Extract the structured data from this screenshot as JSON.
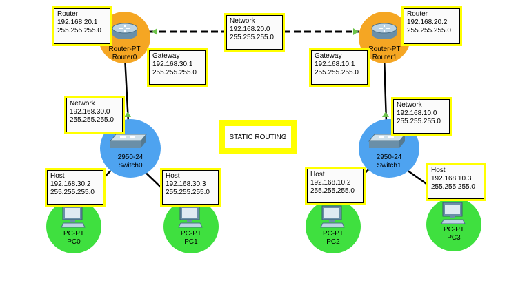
{
  "title": "STATIC ROUTING",
  "colors": {
    "router_fill": "#f5a623",
    "switch_fill": "#4ea3f0",
    "pc_fill": "#3fe03f",
    "note_border": "#ffff00",
    "link_arrow": "#6cc24a"
  },
  "devices": {
    "router0": {
      "type": "Router-PT",
      "name": "Router0",
      "icon": "router-icon"
    },
    "router1": {
      "type": "Router-PT",
      "name": "Router1",
      "icon": "router-icon"
    },
    "switch0": {
      "type": "2950-24",
      "name": "Switch0",
      "icon": "switch-icon"
    },
    "switch1": {
      "type": "2950-24",
      "name": "Switch1",
      "icon": "switch-icon"
    },
    "pc0": {
      "type": "PC-PT",
      "name": "PC0",
      "icon": "pc-icon"
    },
    "pc1": {
      "type": "PC-PT",
      "name": "PC1",
      "icon": "pc-icon"
    },
    "pc2": {
      "type": "PC-PT",
      "name": "PC2",
      "icon": "pc-icon"
    },
    "pc3": {
      "type": "PC-PT",
      "name": "PC3",
      "icon": "pc-icon"
    }
  },
  "notes": {
    "router0": {
      "title": "Router",
      "ip": "192.168.20.1",
      "mask": "255.255.255.0"
    },
    "router1": {
      "title": "Router",
      "ip": "192.168.20.2",
      "mask": "255.255.255.0"
    },
    "wan": {
      "title": "Network",
      "ip": "192.168.20.0",
      "mask": "255.255.255.0"
    },
    "gateway0": {
      "title": "Gateway",
      "ip": "192.168.30.1",
      "mask": "255.255.255.0"
    },
    "gateway1": {
      "title": "Gateway",
      "ip": "192.168.10.1",
      "mask": "255.255.255.0"
    },
    "lan0": {
      "title": "Network",
      "ip": "192.168.30.0",
      "mask": "255.255.255.0"
    },
    "lan1": {
      "title": "Network",
      "ip": "192.168.10.0",
      "mask": "255.255.255.0"
    },
    "host0": {
      "title": "Host",
      "ip": "192.168.30.2",
      "mask": "255.255.255.0"
    },
    "host1": {
      "title": "Host",
      "ip": "192.168.30.3",
      "mask": "255.255.255.0"
    },
    "host2": {
      "title": "Host",
      "ip": "192.168.10.2",
      "mask": "255.255.255.0"
    },
    "host3": {
      "title": "Host",
      "ip": "192.168.10.3",
      "mask": "255.255.255.0"
    }
  }
}
